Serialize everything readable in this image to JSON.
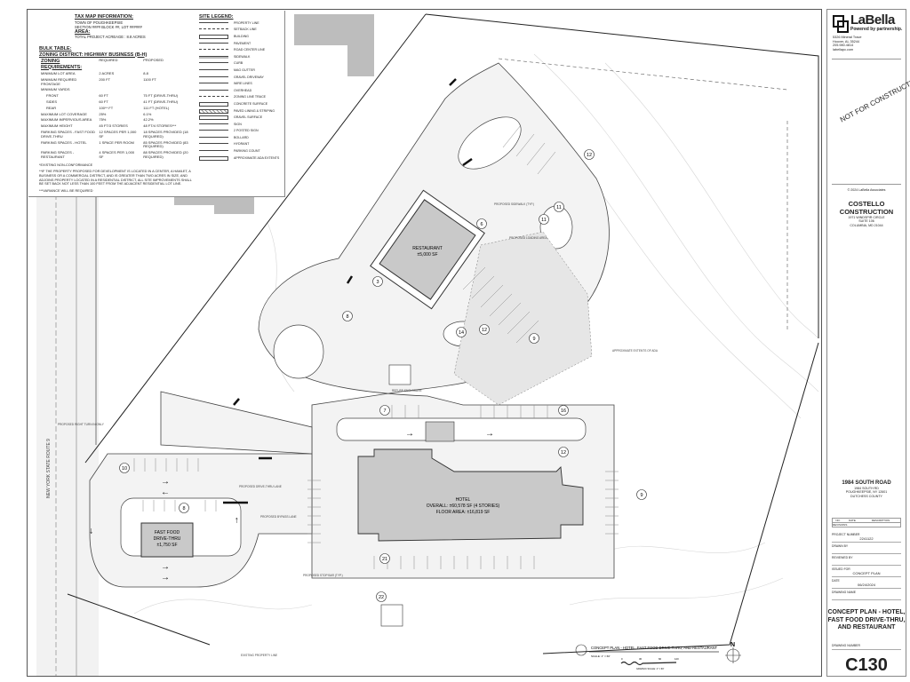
{
  "tax_map": {
    "heading": "TAX MAP INFORMATION:",
    "lines": [
      "TOWN OF POUGHKEEPSIE",
      "SECTION #### BLOCK ##, LOT ######"
    ],
    "area_heading": "AREA:",
    "area_text": "TOTAL PROJECT ACREAGE : 8.8 ACRES"
  },
  "bulk_table": {
    "heading": "BULK TABLE:",
    "district": "ZONING DISTRICT: HIGHWAY BUSINESS (B-H)",
    "requirements_label": "ZONING REQUIREMENTS:",
    "columns": [
      "REQUIRED",
      "PROPOSED"
    ],
    "rows": [
      [
        "MINIMUM LOT AREA",
        "2 ACRES",
        "8.8"
      ],
      [
        "MINIMUM REQUIRED FRONTAGE",
        "200 FT",
        "1100 FT"
      ],
      [
        "MINIMUM YARDS",
        "",
        ""
      ],
      [
        "FRONT",
        "60 FT",
        "75 FT (DRIVE-THRU)"
      ],
      [
        "SIDES",
        "60 FT",
        "41 FT (DRIVE-THRU)"
      ],
      [
        "REAR",
        "100** FT",
        "111 FT (HOTEL)"
      ],
      [
        "MAXIMUM LOT COVERAGE",
        "25%",
        "6.1%"
      ],
      [
        "MAXIMUM IMPERVIOUS AREA",
        "75%",
        "42.2%"
      ],
      [
        "MAXIMUM HEIGHT",
        "45 FT/3 STORIES",
        "48 FT/4 STORIES***"
      ],
      [
        "PARKING SPACES - FAST FOOD DRIVE-THRU",
        "12 SPACES PER 1,000 SF",
        "18 SPACES PROVIDED (18 REQUIRED)"
      ],
      [
        "PARKING SPACES - HOTEL",
        "1 SPACE PER ROOM",
        "85 SPACES PROVIDED (83 REQUIRED)"
      ],
      [
        "PARKING SPACES - RESTAURANT",
        "4 SPACES PER 1,000 SF",
        "88 SPACES PROVIDED (20 REQUIRED)"
      ]
    ],
    "notes": [
      "*EXISTING NON-CONFORMANCE",
      "**IF THE PROPERTY PROPOSED FOR DEVELOPMENT IS LOCATED IN A CENTER, A HAMLET, A BUSINESS OR A COMMERCIAL DISTRICT, AND IS GREATER THAN TWO ACRES IN SIZE, AND ADJOINS PROPERTY LOCATED IN A RESIDENTIAL DISTRICT, ALL SITE IMPROVEMENTS SHALL BE SET BACK NOT LESS THAN 100 FEET FROM THE ADJACENT RESIDENTIAL LOT LINE.",
      "***VARIANCE WILL BE REQUIRED"
    ]
  },
  "site_legend": {
    "heading": "SITE LEGEND:",
    "items": [
      "PROPERTY LINE",
      "SETBACK LINE",
      "BUILDING",
      "PAVEMENT",
      "ROAD CENTER LINE",
      "SIDEWALK",
      "CURB",
      "MAG GUTTER",
      "GRAVEL DRIVEWAY",
      "WIRE LINES",
      "OVERHEAD",
      "ZONING LINE TRACE",
      "CONCRETE SURFACE",
      "PAVED LINING & STRIPING",
      "GRAVEL SURFACE",
      "SIGN",
      "2 POSTED SIGN",
      "BOLLARD",
      "HYDRANT",
      "PARKING COUNT",
      "APPROXIMATE ADA EXTENTS"
    ]
  },
  "plan": {
    "buildings": {
      "restaurant": [
        "RESTAURANT",
        "±5,000 SF"
      ],
      "hotel": [
        "HOTEL",
        "OVERALL: ±60,578 SF (4 STORIES)",
        "FLOOR AREA: ±16,819 SF"
      ],
      "fast_food": [
        "FAST FOOD",
        "DRIVE-THRU",
        "±1,750 SF"
      ]
    },
    "parking_counts": [
      "12",
      "11",
      "11",
      "6",
      "3",
      "8",
      "14",
      "12",
      "9",
      "7",
      "16",
      "12",
      "9",
      "10",
      "8",
      "21",
      "22"
    ],
    "road_label": "NEW YORK STATE ROUTE 9",
    "callouts": [
      "PROPOSED SIDEWALK (TYP.)",
      "PROPOSED LOADING AREA",
      "APPROXIMATE EXTENTS OF ADA",
      "REFUSE ENCLOSURE",
      "PROPOSED DRIVE-THRU LANE",
      "PROPOSED BYPASS LANE",
      "PROPOSED STOP BAR (TYP.)",
      "EXISTING PROPERTY LINE",
      "PROPOSED RIGHT TURN IN ONLY"
    ],
    "drawing_title": "CONCEPT PLAN - HOTEL, FAST FOOD DRIVE-THRU, AND RESTAURANT",
    "scale": "SCALE: 1\" = 60'",
    "scale_ticks": [
      "0",
      "30",
      "60",
      "120"
    ],
    "graphic_scale": "GRAPHIC SCALE: 1\" = 60'",
    "north": "N"
  },
  "title_block": {
    "firm": "LaBella",
    "tagline": "Powered by partnership.",
    "address": [
      "5326 Mineral Trace",
      "Hoover, AL 35244",
      "205.980.4814",
      "labellapc.com"
    ],
    "stamp": "NOT FOR CONSTRUCTION",
    "copyright": "© 2024 LaBella Associates",
    "client": [
      "COSTELLO",
      "CONSTRUCTION"
    ],
    "client_address": [
      "1971 WINDSPIR CIRCLE",
      "SUITE 106",
      "COLUMBIA, MD 21044"
    ],
    "project": "1984 SOUTH ROAD",
    "project_address": [
      "1984 SOUTH RD",
      "POUGHKEEPSIE, NY 12601",
      "DUTCHESS COUNTY"
    ],
    "revision_headers": [
      "NO.",
      "DATE",
      "DESCRIPTION"
    ],
    "revisions_label": "REVISIONS",
    "fields": [
      {
        "label": "PROJECT NUMBER",
        "value": "2241122"
      },
      {
        "label": "DRAWN BY",
        "value": ""
      },
      {
        "label": "REVIEWED BY",
        "value": ""
      },
      {
        "label": "ISSUED FOR",
        "value": "CONCEPT PLAN"
      },
      {
        "label": "DATE",
        "value": "06/24/2024"
      },
      {
        "label": "DRAWING NAME",
        "value": ""
      }
    ],
    "drawing_name": [
      "CONCEPT PLAN - HOTEL,",
      "FAST FOOD DRIVE-THRU,",
      "AND RESTAURANT"
    ],
    "drawing_number_label": "DRAWING NUMBER",
    "drawing_number": "C130"
  }
}
